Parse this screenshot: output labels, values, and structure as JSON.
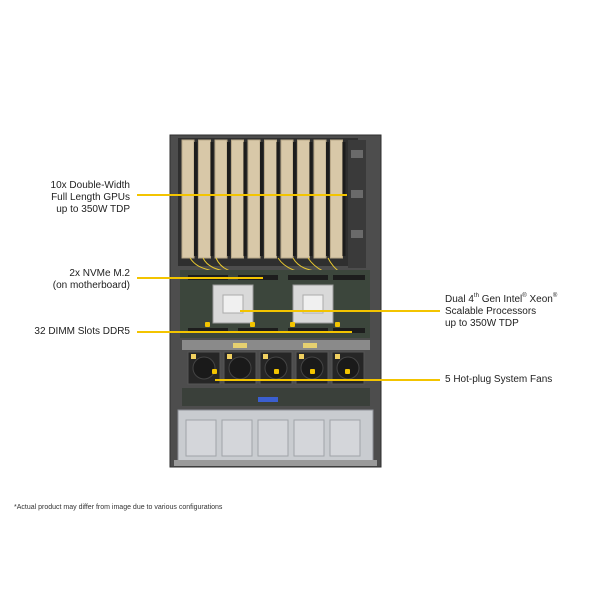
{
  "callouts": {
    "gpus": {
      "line1": "10x Double-Width",
      "line2": "Full Length GPUs",
      "line3": "up to 350W TDP"
    },
    "nvme": {
      "line1": "2x NVMe M.2",
      "line2": "(on motherboard)"
    },
    "dimm": {
      "line1": "32 DIMM Slots DDR5"
    },
    "cpu": {
      "prefix": "Dual 4",
      "sup1": "th",
      "mid1": " Gen Intel",
      "sup2": "®",
      "mid2": " Xeon",
      "sup3": "®",
      "line2": "Scalable Processors",
      "line3": "up to 350W TDP"
    },
    "fans": {
      "line1": "5 Hot-plug System Fans"
    }
  },
  "footnote": "*Actual product may differ from image due to various configurations",
  "colors": {
    "accent": "#f3c400",
    "chassis": "#5a5a5a",
    "gpu_card": "#d8c8a8",
    "board": "#3e4a3e",
    "drive_bay": "#c9ccd0"
  }
}
